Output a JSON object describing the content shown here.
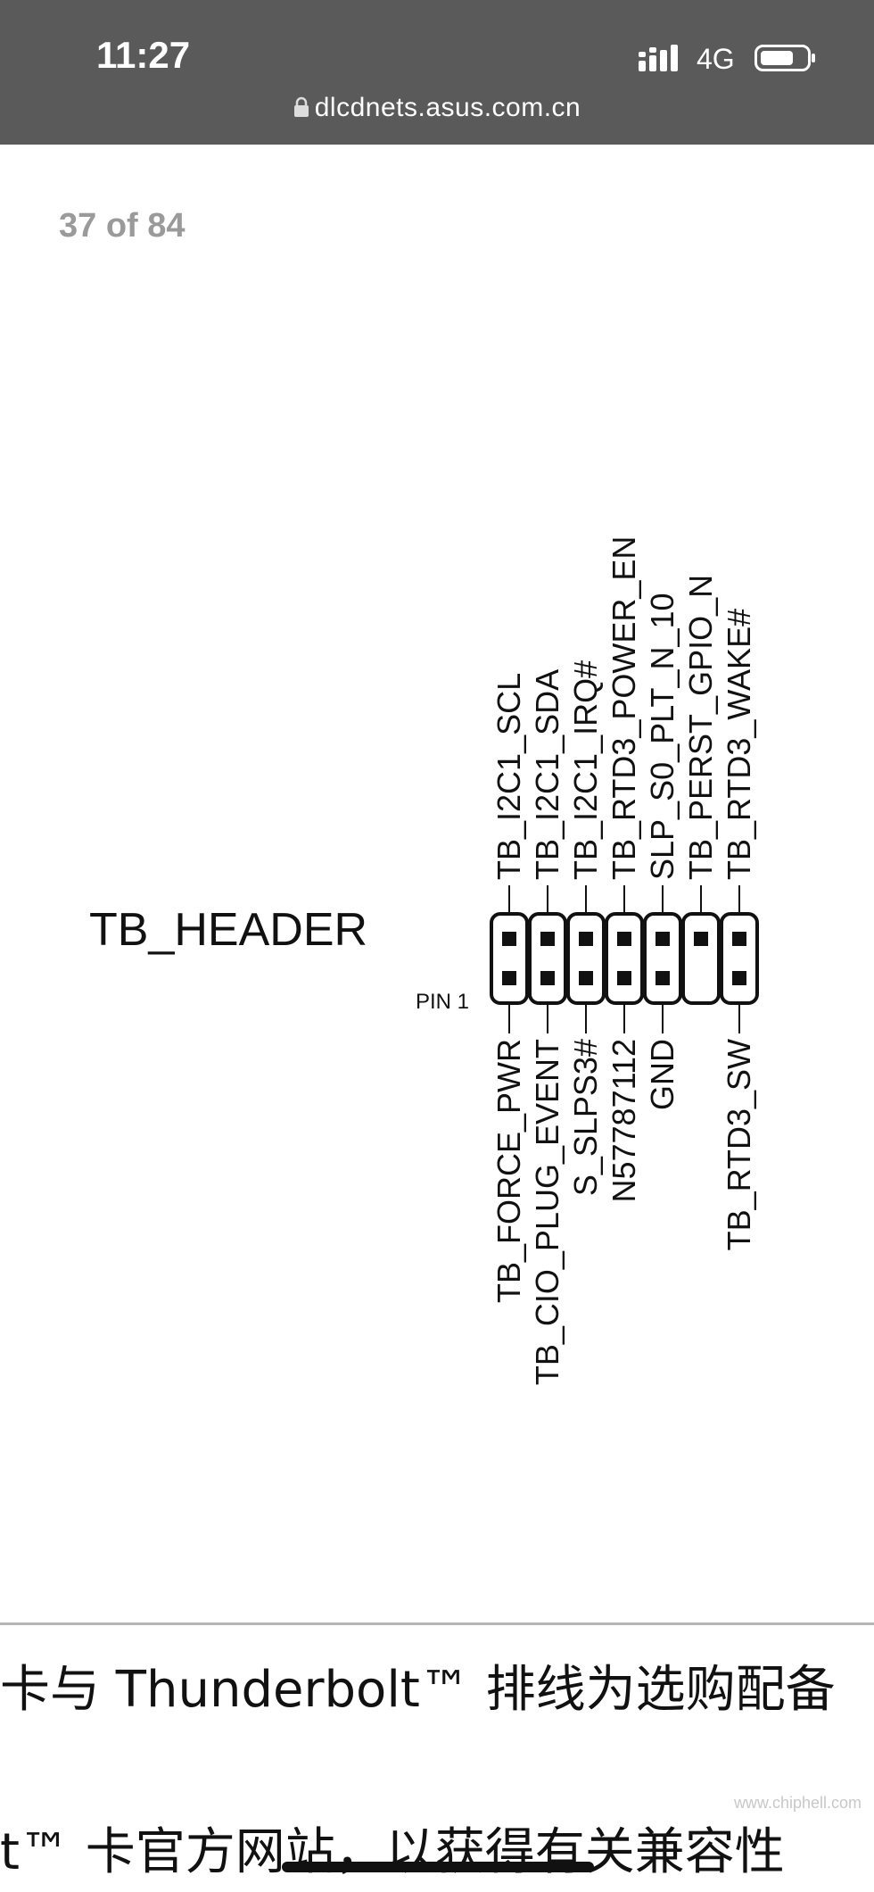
{
  "status_bar": {
    "time": "11:27",
    "network": "4G",
    "url": "dlcdnets.asus.com.cn"
  },
  "viewer": {
    "page_counter": "37 of 84"
  },
  "diagram": {
    "header_label": "TB_HEADER",
    "pin1_label": "PIN 1",
    "top_pins": [
      "TB_I2C1_SCL",
      "TB_I2C1_SDA",
      "TB_I2C1_IRQ#",
      "TB_RTD3_POWER_EN",
      "SLP_S0_PLT_N_10",
      "TB_PERST_GPIO_N",
      "TB_RTD3_WAKE#"
    ],
    "bottom_pins": [
      "TB_FORCE_PWR",
      "TB_CIO_PLUG_EVENT",
      "S_SLPS3#",
      "N57787112",
      "GND",
      "",
      "TB_RTD3_SW"
    ]
  },
  "page_text": {
    "line1": "卡与  Thunderbolt™  排线为选购配备",
    "line2": "t™  卡官方网站，以获得有关兼容性"
  },
  "watermark": "www.chiphell.com",
  "colors": {
    "status_bar_bg": "#5a5a5a",
    "page_counter": "#9a9a9a",
    "rule": "#b5b5b5"
  }
}
